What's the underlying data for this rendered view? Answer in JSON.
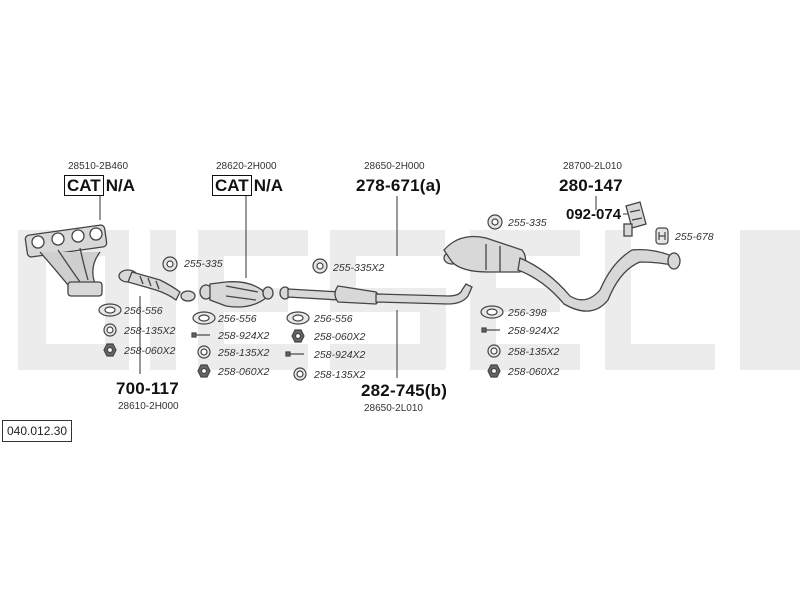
{
  "diagram_code": "040.012.30",
  "components": {
    "manifold": {
      "oem": "28510-2B460",
      "cat_label": "CAT",
      "na": "N/A"
    },
    "front_pipe": {
      "oem": "28610-2H000",
      "number": "700-117"
    },
    "catalyst": {
      "oem": "28620-2H000",
      "cat_label": "CAT",
      "na": "N/A"
    },
    "mid_pipe_a": {
      "oem": "28650-2H000",
      "number": "278-671(a)"
    },
    "mid_pipe_b": {
      "oem": "28650-2L010",
      "number": "282-745(b)"
    },
    "rear_silencer": {
      "oem": "28700-2L010",
      "number": "280-147"
    },
    "rear_mount": {
      "number": "092-074"
    }
  },
  "fittings": {
    "g1": [
      "256-556",
      "258-135X2",
      "258-060X2"
    ],
    "g2": [
      "256-556",
      "258-924X2",
      "258-135X2",
      "258-060X2"
    ],
    "g3": [
      "256-556",
      "258-060X2",
      "258-924X2",
      "258-135X2"
    ],
    "g4": [
      "256-398",
      "258-924X2",
      "258-135X2",
      "258-060X2"
    ],
    "hangers": [
      "255-335",
      "255-335X2",
      "255-335",
      "255-678"
    ]
  },
  "watermark": {
    "text": "DIESEL",
    "color": "#eeeeee"
  },
  "colors": {
    "line": "#333333",
    "part_fill": "#d8d8d8",
    "part_stroke": "#444444"
  }
}
